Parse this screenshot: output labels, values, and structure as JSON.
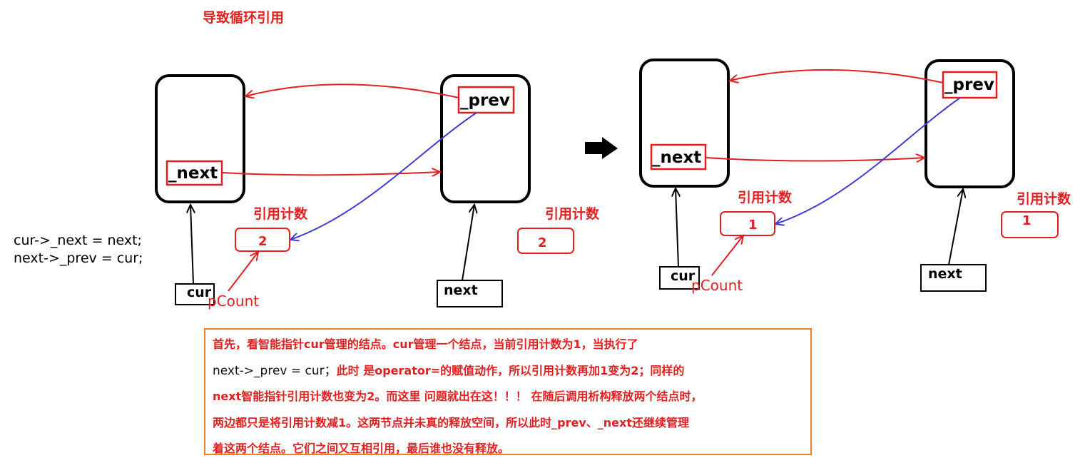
{
  "title": "导致循环引用",
  "code_lines": [
    "cur->_next = next;",
    "next->_prev = cur;"
  ],
  "left": {
    "fields": {
      "next": "_next",
      "prev": "_prev"
    },
    "pointers": {
      "cur": "cur",
      "next": "next"
    },
    "refcount_label": "引用计数",
    "counts": {
      "cur": "2",
      "next": "2"
    },
    "pcount_label": "pCount"
  },
  "right": {
    "fields": {
      "next": "_next",
      "prev": "_prev"
    },
    "pointers": {
      "cur": "cur",
      "next": "next"
    },
    "refcount_label": "引用计数",
    "counts": {
      "cur": "1",
      "next": "1"
    },
    "pcount_label": "pCount"
  },
  "explanation": {
    "line1": "首先，看智能指针cur管理的结点。cur管理一个结点，当前引用计数为1，当执行了",
    "line2_code": "next->_prev = cur",
    "line2_sep": "；",
    "line2_rest": "此时  是operator=的赋值动作，所以引用计数再加1变为2；同样的",
    "line3": "next智能指针引用计数也变为2。而这里 问题就出在这！！！ 在随后调用析构释放两个结点时，",
    "line4": "两边都只是将引用计数减1。这两节点并未真的释放空间，所以此时_prev、_next还继续管理",
    "line5": "着这两个结点。它们之间又互相引用，最后谁也没有释放。"
  },
  "colors": {
    "red": "#e02020",
    "blue": "#3d3dd0",
    "orange": "#f07f22",
    "black": "#000000"
  }
}
